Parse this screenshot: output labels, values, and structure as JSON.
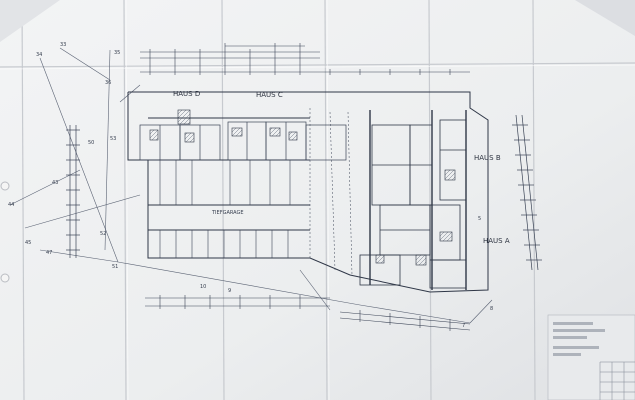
{
  "plan": {
    "haus_d": "HAUS D",
    "haus_c": "HAUS C",
    "haus_b": "HAUS B",
    "haus_a": "HAUS A",
    "room_label_1": "TIEFGARAGE",
    "edge_numbers": [
      "33",
      "34",
      "35",
      "36",
      "43",
      "44",
      "45",
      "47",
      "50",
      "51",
      "52",
      "53",
      "9",
      "10",
      "7",
      "8",
      "5"
    ]
  },
  "title_block": {
    "lines": [
      "",
      "",
      "",
      ""
    ]
  },
  "colors": {
    "paper": "#eef0f1",
    "ink": "#3b4456",
    "shadow": "#c8cbd0"
  }
}
